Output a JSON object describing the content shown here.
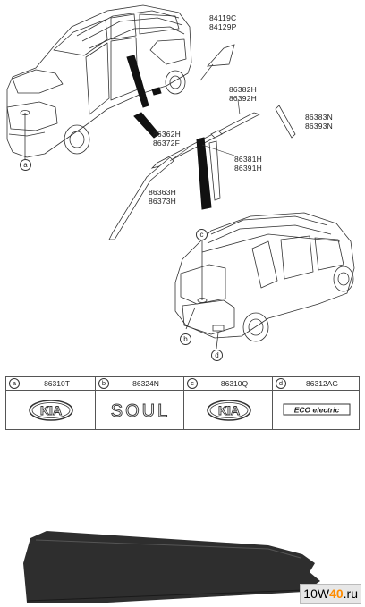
{
  "top_labels": {
    "p84119C": "84119C",
    "p84129P": "84129P",
    "p86382H": "86382H",
    "p86392H": "86392H",
    "p86383N": "86383N",
    "p86393N": "86393N",
    "p86362H": "86362H",
    "p86372F": "86372F",
    "p86381H": "86381H",
    "p86391H": "86391H",
    "p86363H": "86363H",
    "p86373H": "86373H"
  },
  "callouts": {
    "a": "a",
    "b": "b",
    "c": "c",
    "d": "d"
  },
  "legend": [
    {
      "letter": "a",
      "part": "86310T",
      "emblem": "KIA"
    },
    {
      "letter": "b",
      "part": "86324N",
      "emblem": "SOUL"
    },
    {
      "letter": "c",
      "part": "86310Q",
      "emblem": "KIA"
    },
    {
      "letter": "d",
      "part": "86312AG",
      "emblem": "ECO electric"
    }
  ],
  "watermark": {
    "part1": "10W",
    "part2": "40",
    "part3": ".ru"
  },
  "colors": {
    "accent": "#ff8c00",
    "line": "#333333",
    "banner": "#2e2e2e"
  }
}
